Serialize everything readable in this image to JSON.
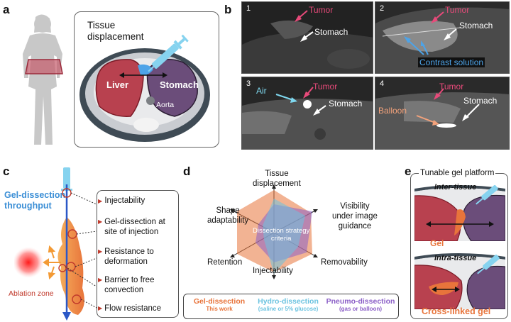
{
  "panels": {
    "a": {
      "letter": "a",
      "tissue_displacement": "Tissue\ndisplacement",
      "liver": "Liver",
      "stomach": "Stomach",
      "aorta": "Aorta"
    },
    "b": {
      "letter": "b",
      "ct_images": [
        {
          "num": "1",
          "labels": {
            "tumor": "Tumor",
            "stomach": "Stomach"
          }
        },
        {
          "num": "2",
          "labels": {
            "tumor": "Tumor",
            "stomach": "Stomach",
            "contrast": "Contrast solution"
          }
        },
        {
          "num": "3",
          "labels": {
            "air": "Air",
            "tumor": "Tumor",
            "stomach": "Stomach"
          }
        },
        {
          "num": "4",
          "labels": {
            "tumor": "Tumor",
            "stomach": "Stomach",
            "balloon": "Balloon"
          }
        }
      ]
    },
    "c": {
      "letter": "c",
      "throughput_title": "Gel-dissection\nthroughput",
      "ablation_zone": "Ablation zone",
      "items": [
        "Injectability",
        "Gel-dissection at\nsite of injection",
        "Resistance to\ndeformation",
        "Barrier to free\nconvection",
        "Flow resistance"
      ]
    },
    "d": {
      "letter": "d",
      "axes": {
        "tissue_displacement": "Tissue\ndisplacement",
        "visibility": "Visibility\nunder image\nguidance",
        "removability": "Removability",
        "injectability": "Injectability",
        "retention": "Retention",
        "shape_adaptability": "Shape\nadaptability"
      },
      "center_label": "Dissection strategy\ncriteria",
      "legend": [
        {
          "title": "Gel-dissection",
          "sub": "This work",
          "color": "#e8743b"
        },
        {
          "title": "Hydro-dissection",
          "sub": "(saline or 5% glucose)",
          "color": "#6cc3e0"
        },
        {
          "title": "Pneumo-dissection",
          "sub": "(gas or balloon)",
          "color": "#8b5fc7"
        }
      ]
    },
    "e": {
      "letter": "e",
      "title": "Tunable gel platform",
      "inter": "Inter-tissue",
      "intra": "Intra-tissue",
      "gel": "Gel",
      "crosslinked": "Cross-linked gel"
    }
  },
  "colors": {
    "liver": "#b8414f",
    "stomach": "#6b4d7a",
    "gel": "#e8743b",
    "blue_arrow": "#2b58c7",
    "contrast": "#4da3e8",
    "tumor": "#e84a7a"
  }
}
